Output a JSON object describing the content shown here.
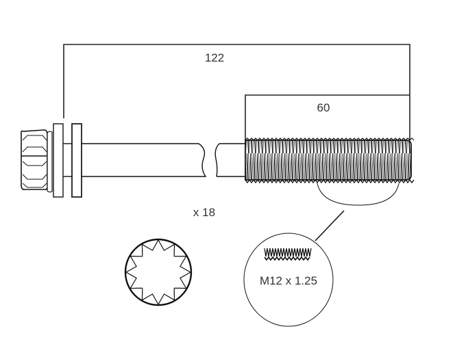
{
  "diagram": {
    "title": "Cylinder head bolt drawing",
    "dimensions": {
      "overall_length": "122",
      "thread_length": "60"
    },
    "quantity": "x 18",
    "thread_spec": "M12 x 1.25",
    "colors": {
      "line": "#222222",
      "text": "#333333",
      "background": "#ffffff"
    },
    "parts": [
      "bolt-head-12-point",
      "washer",
      "shank",
      "threaded-section",
      "thread-detail-callout",
      "head-profile-end-view"
    ]
  }
}
